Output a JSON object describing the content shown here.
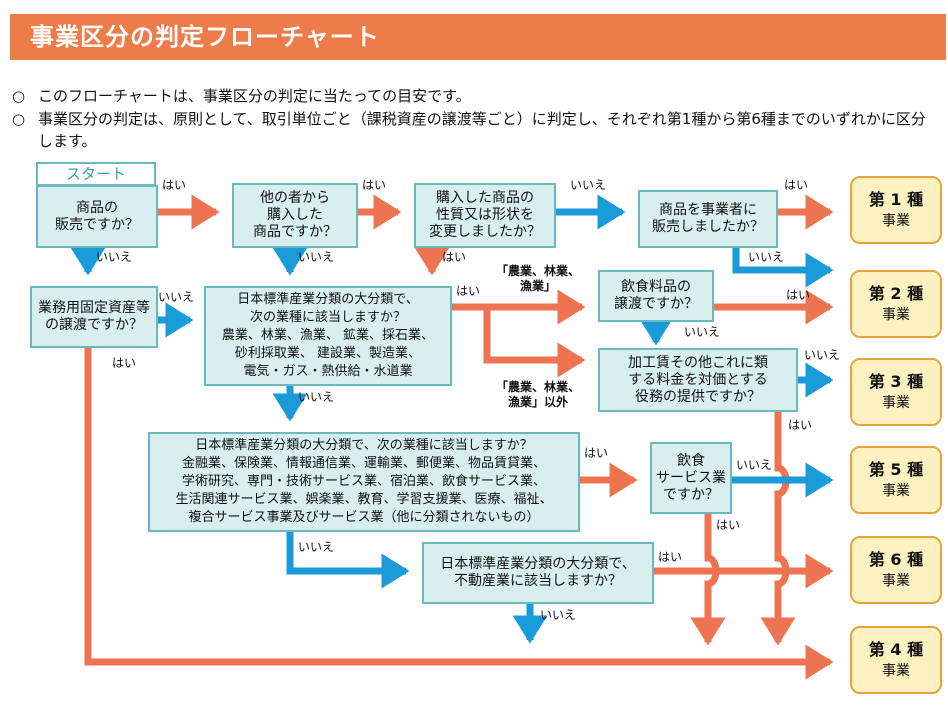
{
  "header": {
    "title": "事業区分の判定フローチャート"
  },
  "notes": [
    {
      "bullet": "○",
      "text": "このフローチャートは、事業区分の判定に当たっての目安です。"
    },
    {
      "bullet": "○",
      "text": "事業区分の判定は、原則として、取引単位ごと（課税資産の譲渡等ごと）に判定し、それぞれ第1種から第6種までのいずれかに区分します。"
    }
  ],
  "start": {
    "label": "スタート"
  },
  "boxes": {
    "sales": [
      "商品の",
      "販売ですか？"
    ],
    "purchased": [
      "他の者から",
      "購入した",
      "商品ですか？"
    ],
    "changed": [
      "購入した商品の",
      "性質又は形状を",
      "変更しましたか？"
    ],
    "to_business": [
      "商品を事業者に",
      "販売しましたか？"
    ],
    "fixed_asset": [
      "業務用固定資産等",
      "の譲渡ですか？"
    ],
    "industry1": [
      "日本標準産業分類の大分類で、",
      "次の業種に該当しますか？",
      "農業、林業、漁業、 鉱業、採石業、",
      "砂利採取業、 建設業、製造業、",
      "電気・ガス・熱供給・水道業"
    ],
    "food": [
      "飲食料品の",
      "譲渡ですか？"
    ],
    "processing": [
      "加工賃その他これに類",
      "する料金を対価とする",
      "役務の提供ですか？"
    ],
    "industry2": [
      "日本標準産業分類の大分類で、次の業種に該当しますか？",
      "金融業、保険業、情報通信業、運輸業、郵便業、物品賃貸業、",
      "学術研究、専門・技術サービス業、宿泊業、飲食サービス業、",
      "生活関連サービス業、娯楽業、教育、学習支援業、医療、福祉、",
      "複合サービス事業及びサービス業（他に分類されないもの）"
    ],
    "food_service": [
      "飲食",
      "サービス業",
      "ですか？"
    ],
    "real_estate": [
      "日本標準産業分類の大分類で、",
      "不動産業に該当しますか？"
    ]
  },
  "results": [
    {
      "id": "r1",
      "label": "第 1 種",
      "sub": "事業"
    },
    {
      "id": "r2",
      "label": "第 2 種",
      "sub": "事業"
    },
    {
      "id": "r3",
      "label": "第 3 種",
      "sub": "事業"
    },
    {
      "id": "r5",
      "label": "第 5 種",
      "sub": "事業"
    },
    {
      "id": "r6",
      "label": "第 6 種",
      "sub": "事業"
    },
    {
      "id": "r4",
      "label": "第 4 種",
      "sub": "事業"
    }
  ],
  "labels": {
    "yes": "はい",
    "no": "いいえ"
  },
  "branch_labels": {
    "agri": [
      "「農業、林業、",
      "漁業」"
    ],
    "other": [
      "「農業、林業、",
      "漁業」以外"
    ]
  },
  "colors": {
    "yes_arrow": "#ee7350",
    "no_arrow": "#1a9ad8",
    "box_fill": "#d9efef",
    "box_border": "#6cb8bf",
    "result_fill": "#fdf1c2",
    "result_border": "#e8a33a",
    "header": "#ee7b4a"
  }
}
